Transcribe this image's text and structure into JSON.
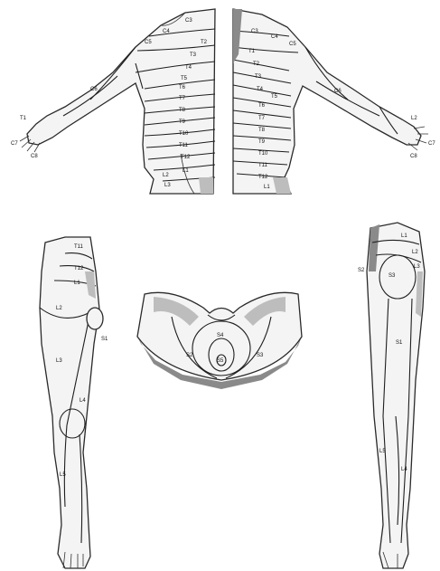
{
  "panels": {
    "torso_front": {
      "labels": [
        "C3",
        "C4",
        "C5",
        "T2",
        "T3",
        "T4",
        "T5",
        "T6",
        "T7",
        "T8",
        "T9",
        "T10",
        "T11",
        "T12",
        "L1",
        "C6",
        "C7",
        "C8",
        "T1",
        "L2",
        "L3"
      ]
    },
    "torso_back": {
      "labels": [
        "C3",
        "C4",
        "C5",
        "T1",
        "T2",
        "T3",
        "T4",
        "T5",
        "T6",
        "T7",
        "T8",
        "T9",
        "T10",
        "T11",
        "T12",
        "C6",
        "C7",
        "C8",
        "L1",
        "L2"
      ]
    },
    "leg_front": {
      "labels": [
        "T11",
        "T12",
        "L1",
        "L2",
        "L3",
        "L4",
        "L5",
        "S1"
      ]
    },
    "perineum": {
      "labels": [
        "S2",
        "S3",
        "S4",
        "S5"
      ]
    },
    "leg_back": {
      "labels": [
        "L1",
        "L2",
        "L3",
        "S2",
        "S3",
        "S1",
        "L5",
        "L4"
      ]
    }
  },
  "colors": {
    "line": "#1e1e1e",
    "skin": "#f4f4f4",
    "shade": "#bdbdbd"
  }
}
